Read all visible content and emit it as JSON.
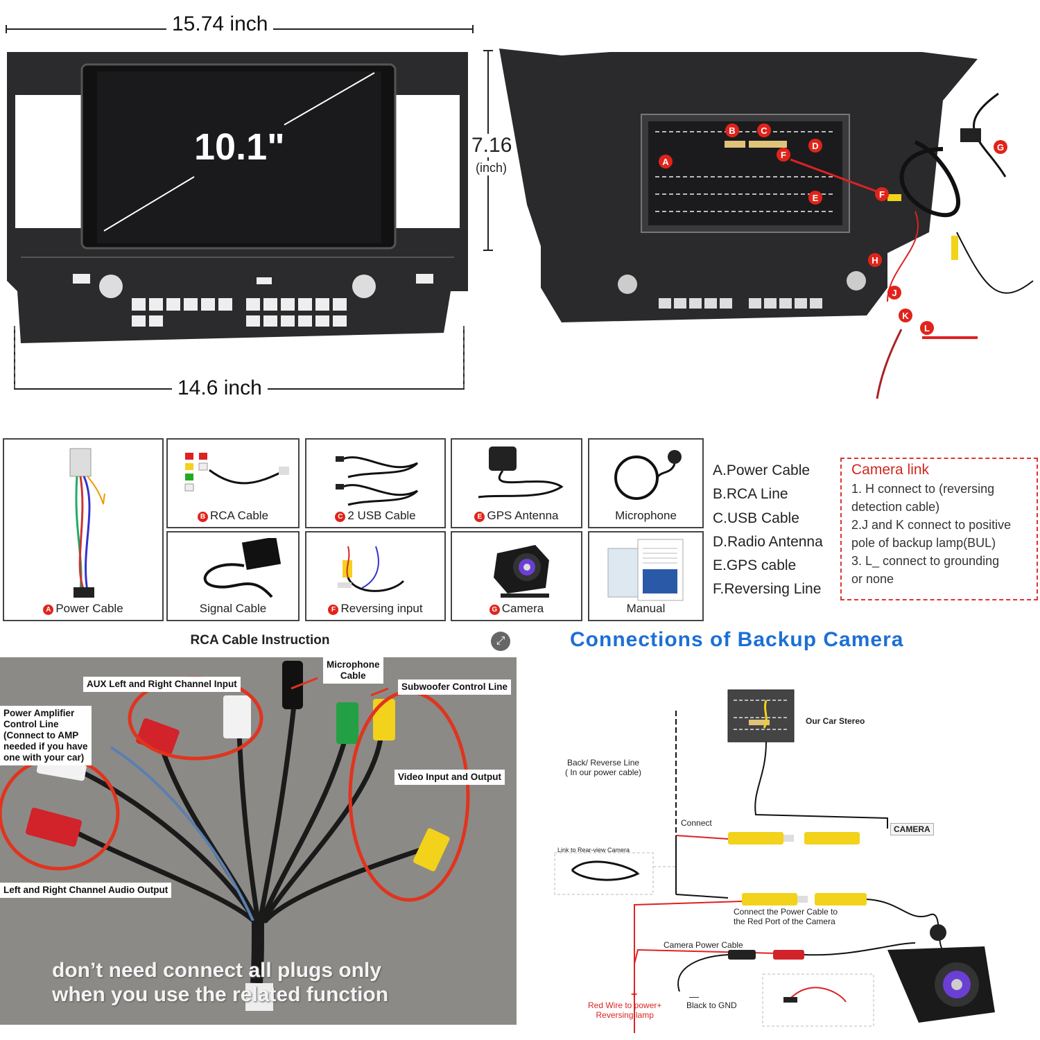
{
  "dimensions": {
    "width_top": "15.74 inch",
    "width_bottom": "14.6 inch",
    "height_value": "7.16",
    "height_unit": "(inch)",
    "screen_size": "10.1\""
  },
  "rear_markers": [
    "B",
    "C",
    "A",
    "F",
    "D",
    "E",
    "F",
    "G",
    "H",
    "J",
    "K",
    "L"
  ],
  "accessories": [
    {
      "badge": "A",
      "label": "Power Cable"
    },
    {
      "badge": "B",
      "label": "RCA Cable"
    },
    {
      "badge": "C",
      "label": "2 USB Cable"
    },
    {
      "badge": "E",
      "label": "GPS Antenna"
    },
    {
      "badge": "",
      "label": "Microphone"
    },
    {
      "badge": "",
      "label": "Signal Cable"
    },
    {
      "badge": "F",
      "label": "Reversing input"
    },
    {
      "badge": "G",
      "label": "Camera"
    },
    {
      "badge": "",
      "label": "Manual"
    }
  ],
  "parts_list": [
    "A.Power Cable",
    "B.RCA Line",
    "C.USB Cable",
    "D.Radio Antenna",
    "E.GPS cable",
    "F.Reversing Line"
  ],
  "camera_link": {
    "title": "Camera link",
    "lines": [
      "1. H connect to (reversing",
      "detection cable)",
      "2.J and K connect to positive",
      "pole of backup lamp(BUL)",
      "3. L_ connect to grounding",
      "or none"
    ]
  },
  "rca": {
    "title": "RCA Cable Instruction",
    "labels": {
      "aux": "AUX Left and Right Channel Input",
      "mic": "Microphone\nCable",
      "sub": "Subwoofer Control Line",
      "amp": "Power Amplifier\nControl Line\n(Connect to AMP\nneeded if you have\none with your car)",
      "video": "Video Input and Output",
      "audio_out": "Left and Right Channel Audio Output"
    },
    "note": "don’t need connect all plugs only when you use the related function"
  },
  "connections": {
    "title": "Connections of Backup Camera",
    "stereo": "Our Car Stereo",
    "reverse_line": "Back/ Reverse Line\n( In our power cable)",
    "connect": "Connect",
    "camera": "CAMERA",
    "link": "Link to Rear-view Camera",
    "power_to_camera": "Connect the Power Cable to\nthe Red Port of the Camera",
    "camera_power": "Camera Power Cable",
    "plus": "+",
    "minus": "—",
    "red_wire": "Red Wire to power+\nReversing lamp",
    "black_wire": "Black to GND"
  },
  "colors": {
    "accent_red": "#e0241b",
    "title_blue": "#1d6fd6",
    "rca_yellow": "#f2d21b",
    "rca_red": "#d2222a"
  }
}
